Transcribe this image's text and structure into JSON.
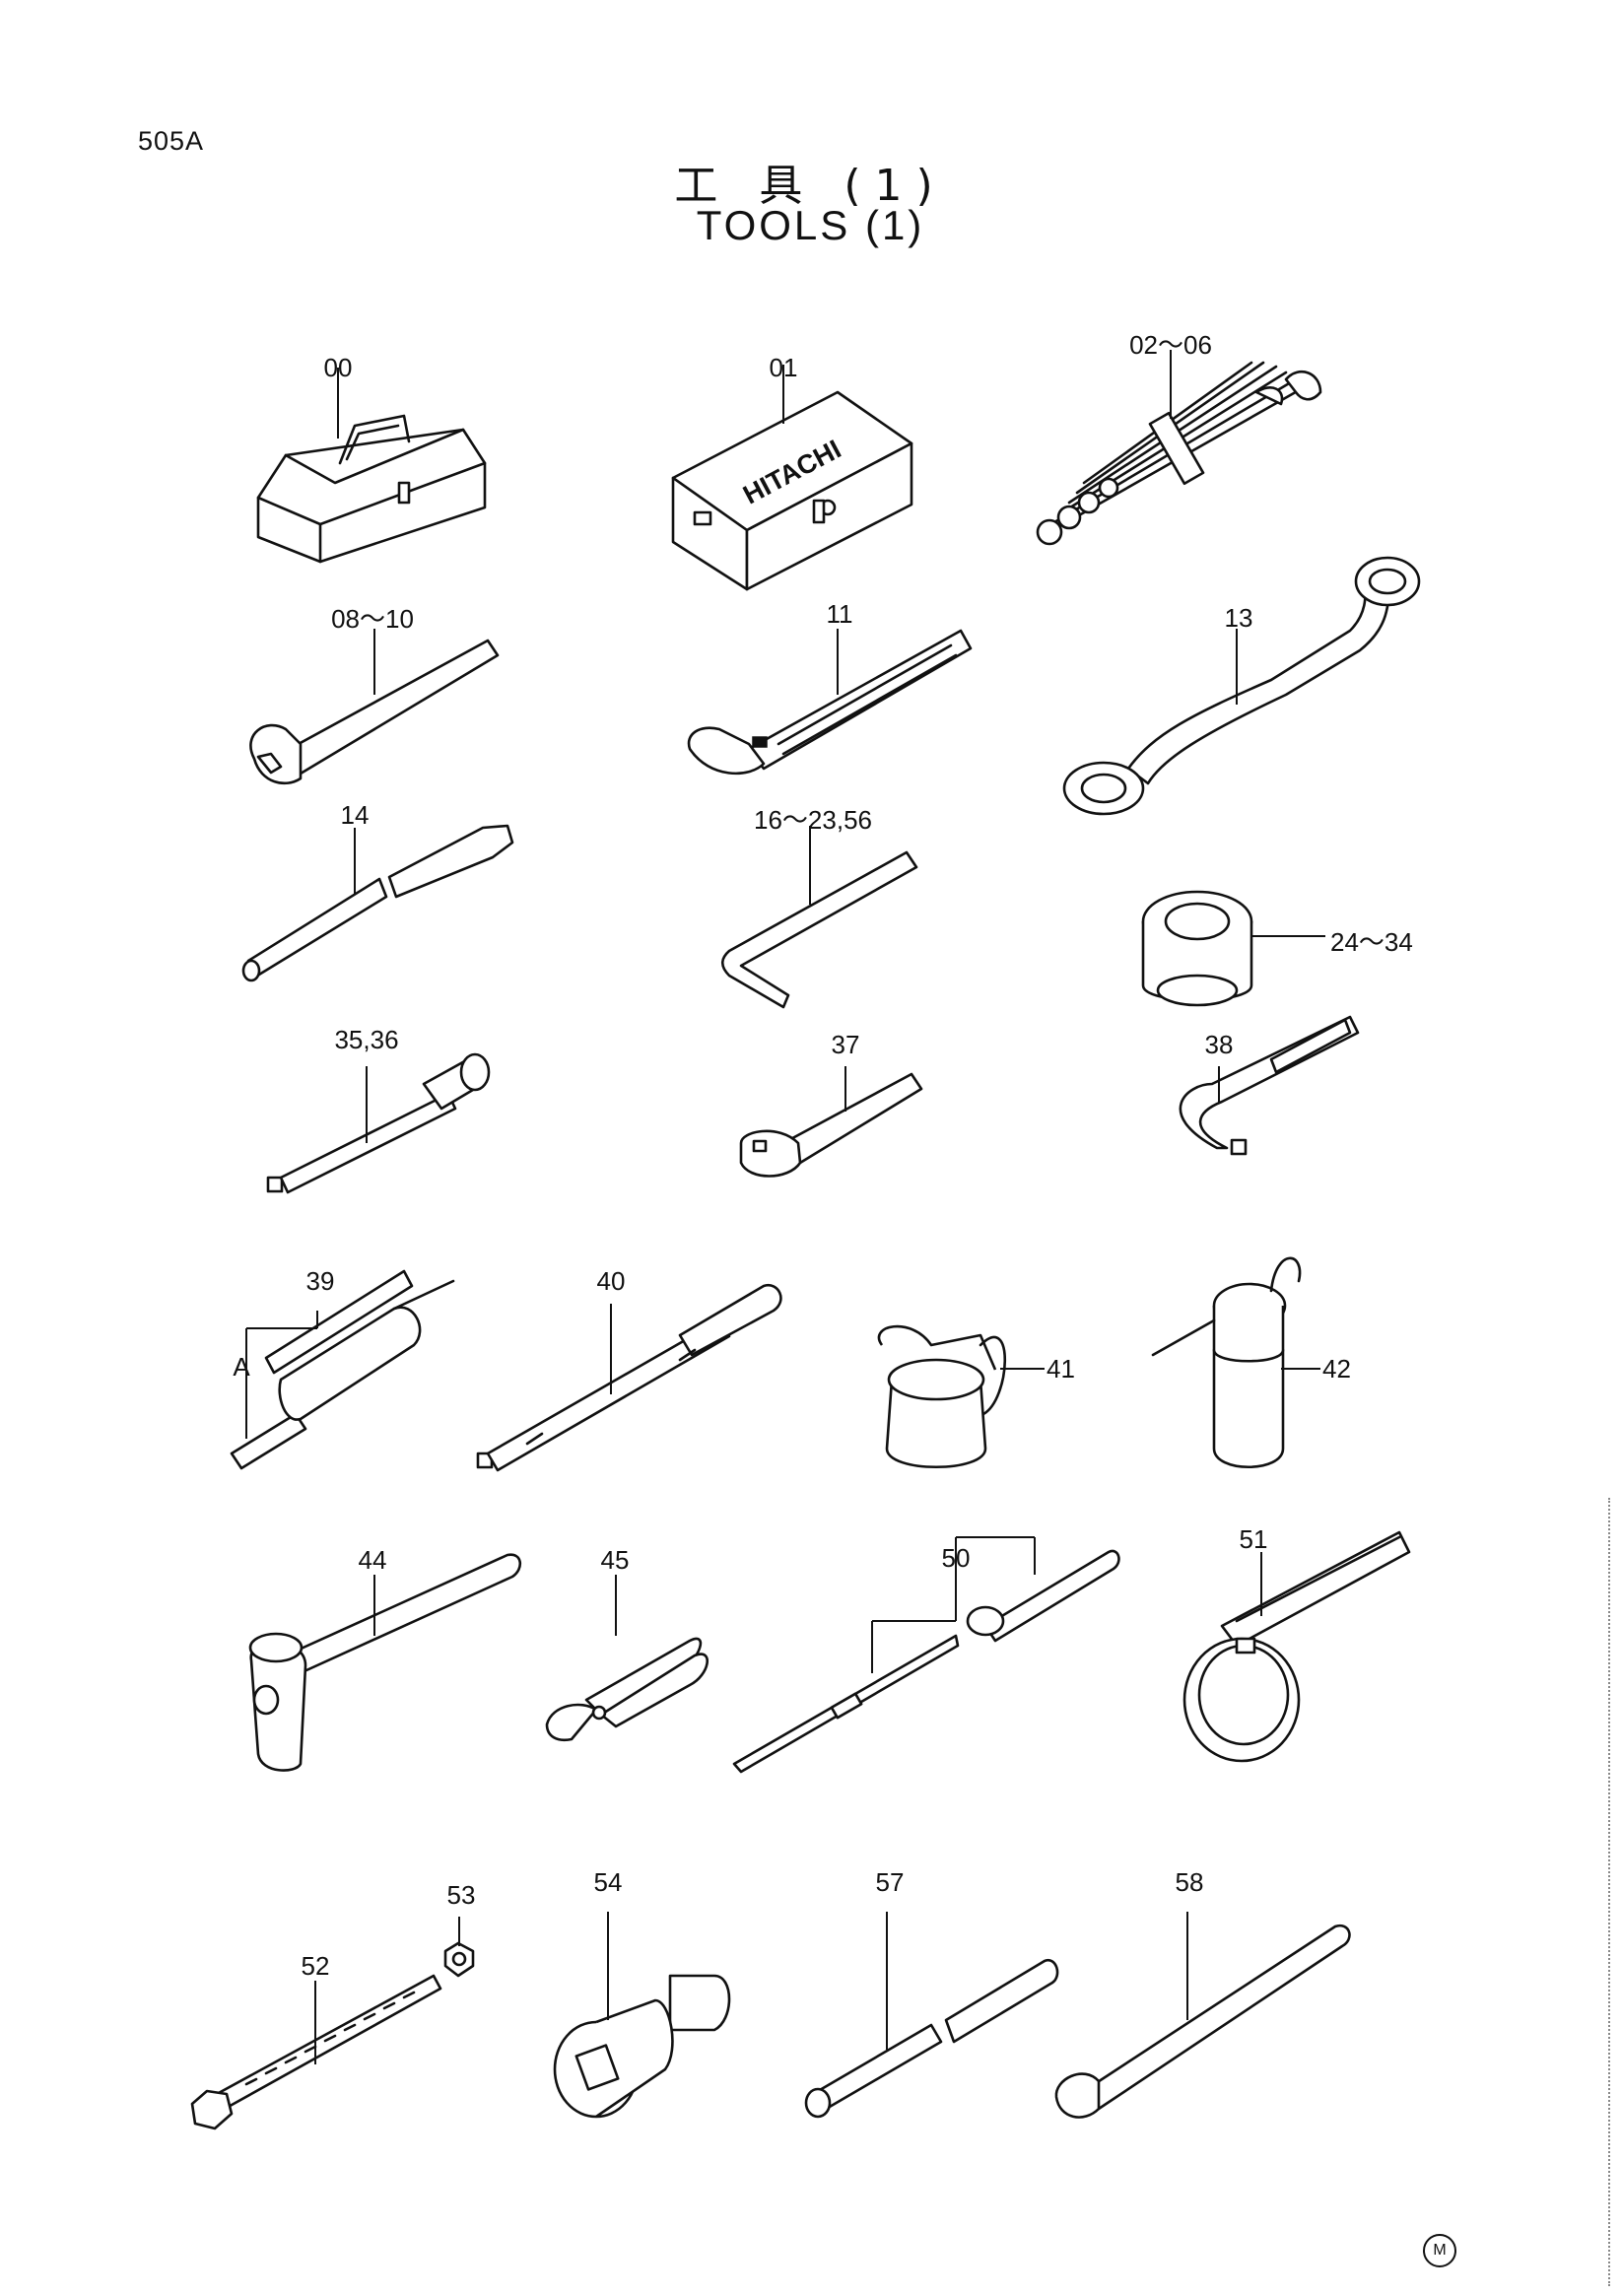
{
  "page_code": "505A",
  "title_jp": "工 具 (1)",
  "title_en": "TOOLS (1)",
  "brand_mark": "M",
  "callouts": {
    "p00": "00",
    "p01": "01",
    "p02_06": "02～06",
    "p08_10": "08～10",
    "p11": "11",
    "p13": "13",
    "p14": "14",
    "p16_23_56": "16～23,56",
    "p24_34": "24～34",
    "p35_36": "35,36",
    "p37": "37",
    "p38": "38",
    "p39": "39",
    "pA": "A",
    "p40": "40",
    "p41": "41",
    "p42": "42",
    "p44": "44",
    "p45": "45",
    "p50": "50",
    "p51": "51",
    "p52": "52",
    "p53": "53",
    "p54": "54",
    "p57": "57",
    "p58": "58"
  },
  "box_brand": "HITACHI"
}
